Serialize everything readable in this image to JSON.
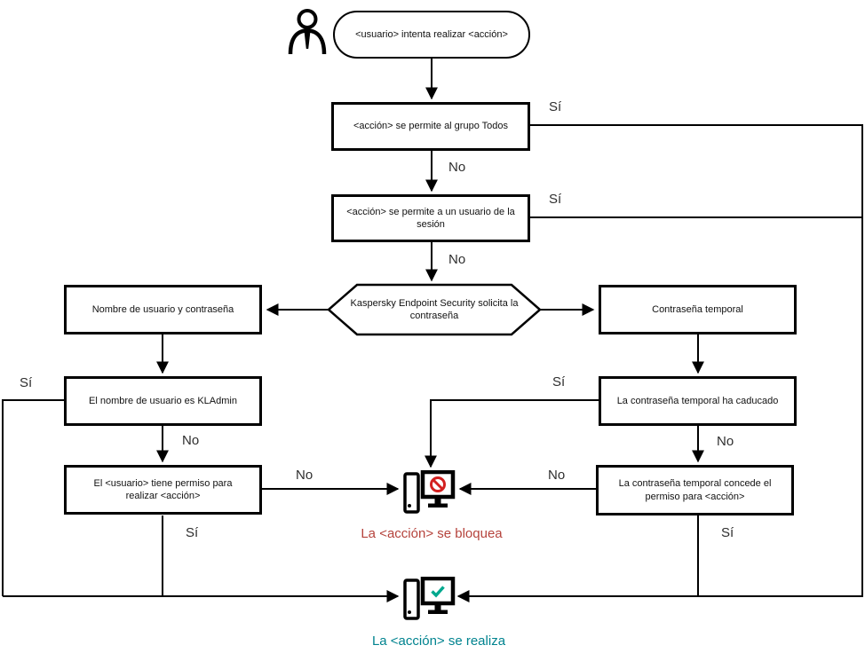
{
  "colors": {
    "line": "#000000",
    "blocked_text": "#b5433c",
    "realized_text": "#00838f",
    "prohibition": "#d32020",
    "checkmark": "#00a88e"
  },
  "labels": {
    "yes": "Sí",
    "no": "No"
  },
  "nodes": {
    "start": "<usuario> intenta realizar <acción>",
    "allow_all": "<acción> se permite al grupo Todos",
    "allow_session": "<acción> se permite a un usuario de la sesión",
    "kes_prompt": "Kaspersky Endpoint Security solicita la contraseña",
    "user_pass": "Nombre de usuario y contraseña",
    "temp_pass": "Contraseña temporal",
    "is_kladmin": "El nombre de usuario es KLAdmin",
    "user_permission": "El <usuario> tiene permiso para realizar <acción>",
    "temp_expired": "La contraseña temporal ha caducado",
    "temp_grants": "La contraseña temporal concede el permiso para <acción>"
  },
  "outcomes": {
    "blocked": "La <acción> se bloquea",
    "realized": "La <acción> se realiza"
  }
}
